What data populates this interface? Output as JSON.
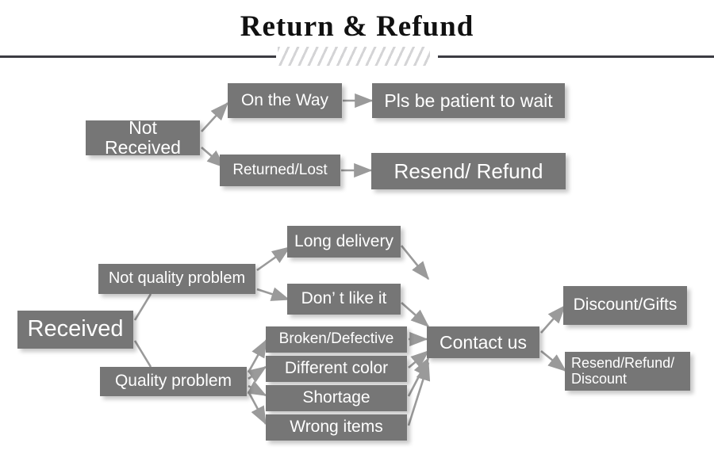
{
  "header": {
    "title": "Return & Refund",
    "divider_hatch": "diagonal-hatch-ornament"
  },
  "colors": {
    "box_fill": "#767676",
    "box_text": "#ffffff",
    "arrow": "#9a9a9a",
    "divider": "#3c3c42",
    "hatch": "#d4d4d6",
    "title_text": "#111111",
    "background": "#ffffff"
  },
  "flow": {
    "not_received": {
      "root": "Not Received",
      "branches": [
        {
          "label": "On the Way",
          "outcome": "Pls be patient to wait"
        },
        {
          "label": "Returned/Lost",
          "outcome": "Resend/ Refund"
        }
      ]
    },
    "received": {
      "root": "Received",
      "categories": [
        {
          "label": "Not quality problem",
          "reasons": [
            "Long delivery",
            "Don’  t like it"
          ]
        },
        {
          "label": "Quality problem",
          "reasons": [
            "Broken/Defective",
            "Different color",
            "Shortage",
            "Wrong items"
          ]
        }
      ],
      "hub": "Contact us",
      "outcomes": [
        "Discount/Gifts",
        "Resend/Refund/\nDiscount"
      ]
    }
  }
}
